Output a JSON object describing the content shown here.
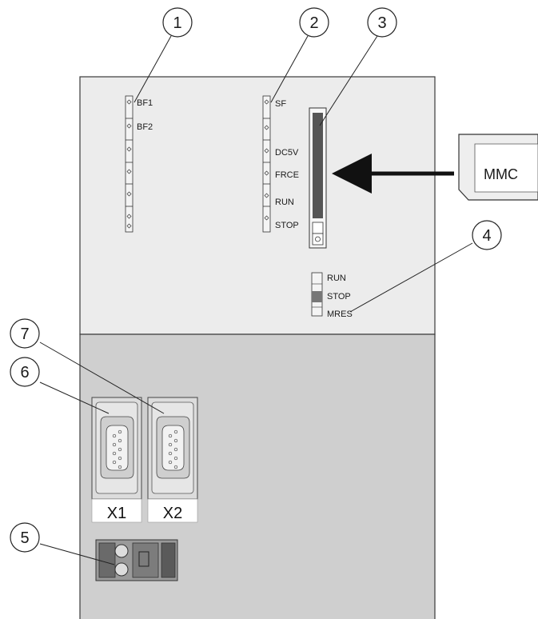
{
  "colors": {
    "upper_panel": "#ececec",
    "lower_panel": "#cfcfcf",
    "outline": "#3a3a3a",
    "dark": "#444444",
    "label_box": "#ffffff"
  },
  "callouts": [
    "1",
    "2",
    "3",
    "4",
    "5",
    "6",
    "7"
  ],
  "leds_left": [
    "BF1",
    "BF2"
  ],
  "leds_right": [
    "SF",
    "DC5V",
    "FRCE",
    "RUN",
    "STOP"
  ],
  "mode_switch": [
    "RUN",
    "STOP",
    "MRES"
  ],
  "mmc_card": "MMC",
  "ports": [
    "X1",
    "X2"
  ]
}
